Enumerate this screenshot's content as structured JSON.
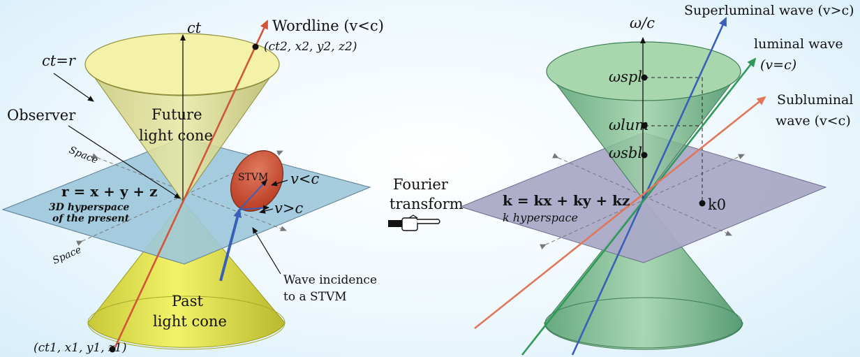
{
  "left": {
    "axis_ct": "ct",
    "ct_eq_r": "ct=r",
    "wordline": "Wordline (v<c)",
    "point_top": "(ct2, x2, y2, z2)",
    "point_bottom": "(ct1, x1, y1, z1)",
    "observer": "Observer",
    "future_cone_1": "Future",
    "future_cone_2": "light cone",
    "past_cone_1": "Past",
    "past_cone_2": "light cone",
    "space_upper": "Space",
    "space_lower": "Space",
    "r_vector": "r = x + y + z",
    "hyperspace_1": "3D hyperspace",
    "hyperspace_2": "of the present",
    "stvm": "STVM",
    "v_lt_c": "v<c",
    "v_gt_c": "v>c",
    "incidence_1": "Wave incidence",
    "incidence_2": "to a STVM"
  },
  "middle": {
    "fourier_1": "Fourier",
    "fourier_2": "transform"
  },
  "right": {
    "axis_omega": "ω/c",
    "omega_spl": "ωspl",
    "omega_lum": "ωlum",
    "omega_sbl": "ωsbl",
    "k_vector": "k = kx + ky + kz",
    "k_hyperspace": "k hyperspace",
    "k0": "k0",
    "superluminal": "Superluminal wave (v>c)",
    "luminal_1": "luminal wave",
    "luminal_2": "(v=c)",
    "subluminal_1": "Subluminal",
    "subluminal_2": "wave (v<c)"
  },
  "colors": {
    "future_cone": "#d8d98a",
    "past_cone": "#e6e640",
    "plane_left": "#8fbfd6",
    "plane_right": "#a9a8c6",
    "green_cone": "#5fb07a",
    "wordline": "#d2553a",
    "stvm": "#c9492f",
    "superluminal": "#3a5fb8",
    "luminal": "#2f9a57",
    "subluminal": "#e0775a"
  }
}
